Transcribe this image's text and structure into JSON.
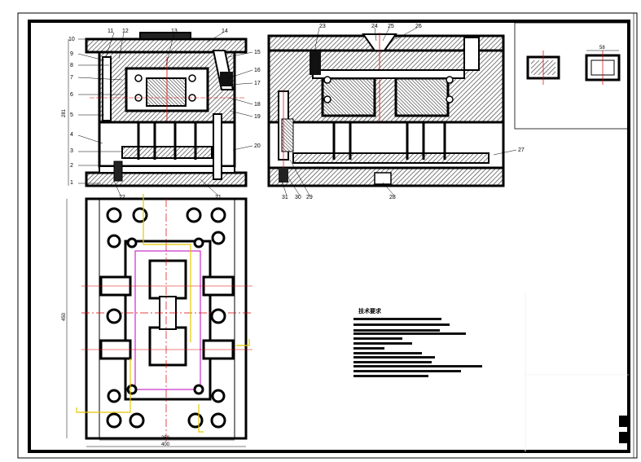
{
  "callouts_left": [
    "1",
    "2",
    "3",
    "4",
    "5",
    "6",
    "7",
    "8",
    "9",
    "10",
    "11",
    "12",
    "13",
    "14",
    "15",
    "16",
    "17",
    "18",
    "19",
    "20",
    "21",
    "22"
  ],
  "callouts_right": [
    "23",
    "24",
    "25",
    "26",
    "27",
    "28",
    "29",
    "30",
    "31"
  ],
  "dimensions": {
    "plan_height": "450",
    "plan_inner_width": "250",
    "plan_outer_width": "400",
    "section_height": "281",
    "detail_width": "58"
  },
  "notes_title": "技术要求",
  "colors": {
    "line": "#000000",
    "centerline": "#e00000",
    "accent": "#c000c0",
    "cooling": "#e6c800",
    "hatch": "#555555"
  }
}
